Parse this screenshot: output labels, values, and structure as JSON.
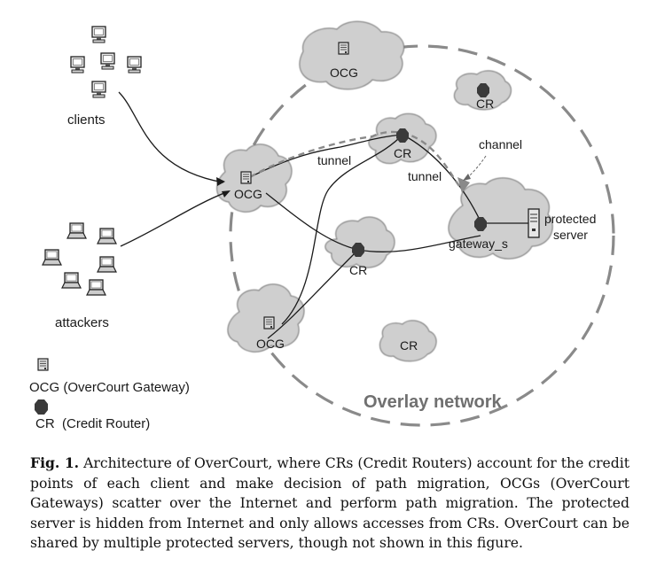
{
  "figure": {
    "labels": {
      "clients": "clients",
      "attackers": "attackers",
      "tunnel_1": "tunnel",
      "tunnel_2": "tunnel",
      "channel": "channel",
      "gateway": "gateway_s",
      "protected_server": [
        "protected",
        "server"
      ],
      "overlay_network": "Overlay network"
    },
    "nodes": {
      "ocg_top": "OCG",
      "ocg_left": "OCG",
      "ocg_bottom": "OCG",
      "cr_top_right": "CR",
      "cr_upper": "CR",
      "cr_middle": "CR",
      "cr_bottom": "CR"
    },
    "legend": {
      "ocg": "OCG (OverCourt Gateway)",
      "cr": "CR  (Credit Router)"
    },
    "colors": {
      "cloud_fill": "#cfcfcf",
      "overlay_ring": "#8a8a8a",
      "overlay_text": "#707070",
      "router": "#3a3a3a"
    }
  },
  "caption": {
    "prefix": "Fig. 1.",
    "text": "Architecture of OverCourt, where CRs (Credit Routers) account for the credit points of each client and make decision of path migration, OCGs (OverCourt Gateways) scatter over the Internet and perform path migration. The protected server is hidden from Internet and only allows accesses from CRs. OverCourt can be shared by multiple protected servers, though not shown in this figure."
  }
}
